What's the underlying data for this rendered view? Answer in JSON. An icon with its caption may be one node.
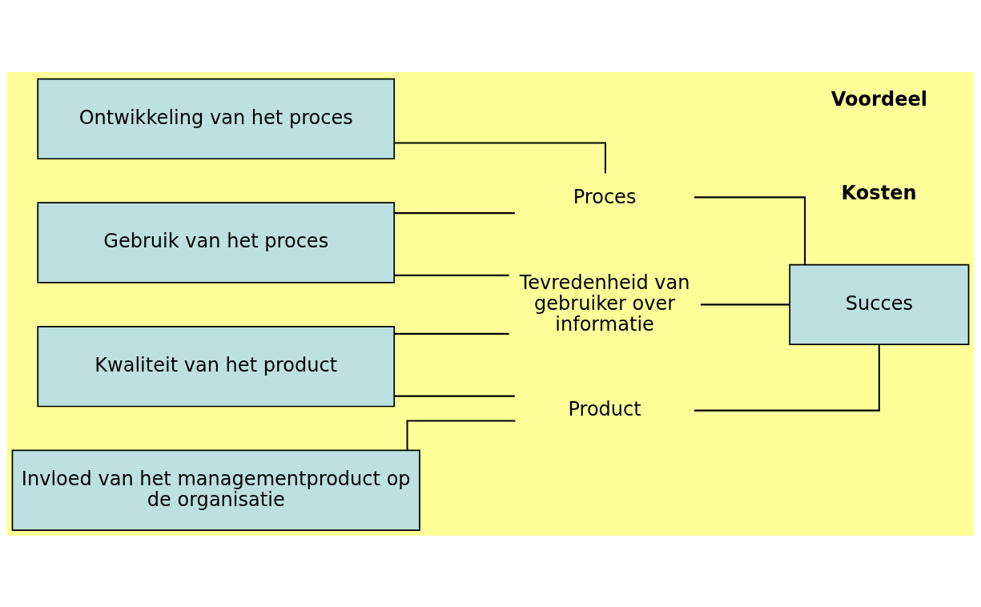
{
  "diagram": {
    "nodes": [
      {
        "text": [
          "Ontwikkeling van het proces"
        ]
      },
      {
        "text": [
          "Gebruik van het proces"
        ]
      },
      {
        "text": [
          "Kwaliteit van het product"
        ]
      },
      {
        "text": [
          "Invloed van het managementproduct op de organisatie"
        ]
      },
      {
        "text": [
          "Proces"
        ]
      },
      {
        "text": [
          "Tevredenheid van gebruiker over informatie"
        ]
      },
      {
        "text": [
          "Product"
        ]
      },
      {
        "text": [
          "Succes"
        ]
      }
    ],
    "edges": [
      {
        "from": 0,
        "to": 4,
        "arrow": "none"
      },
      {
        "from": 1,
        "to": 4,
        "arrow": "none"
      },
      {
        "from": 1,
        "to": 5,
        "arrow": "none"
      },
      {
        "from": 2,
        "to": 5,
        "arrow": "none"
      },
      {
        "from": 2,
        "to": 6,
        "arrow": "none"
      },
      {
        "from": 3,
        "to": 6,
        "arrow": "none"
      },
      {
        "from": 4,
        "to": 7,
        "arrow": "none"
      },
      {
        "from": 5,
        "to": 7,
        "arrow": "none"
      },
      {
        "from": 6,
        "to": 7,
        "arrow": "none"
      }
    ],
    "labels": [
      "Kosten",
      "Voordeel"
    ]
  }
}
